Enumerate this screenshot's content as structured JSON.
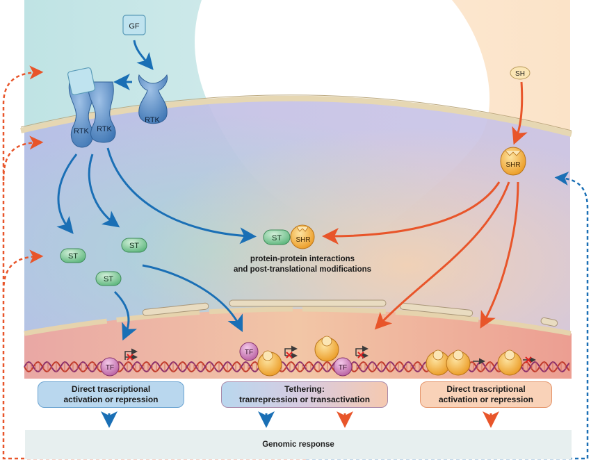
{
  "labels": {
    "gf": "GF",
    "sh": "SH",
    "rtk": "RTK",
    "shr": "SHR",
    "st": "ST",
    "tf": "TF"
  },
  "interaction_text": {
    "line1": "protein-protein interactions",
    "line2": "and post-translational modifications"
  },
  "response_boxes": {
    "left": {
      "line1": "Direct trascriptional",
      "line2": "activation or repression"
    },
    "middle": {
      "line1": "Tethering:",
      "line2": "tranrepression or transactivation"
    },
    "right": {
      "line1": "Direct trascriptional",
      "line2": "activation or repression"
    }
  },
  "genomic_response": "Genomic response",
  "colors": {
    "growth_factor_pathway": "#1a6fb5",
    "steroid_pathway": "#e8552a",
    "rtk": "#5b8ec6",
    "shr": "#f0a12a",
    "st": "#6fc08c",
    "tf": "#c06aa8"
  }
}
